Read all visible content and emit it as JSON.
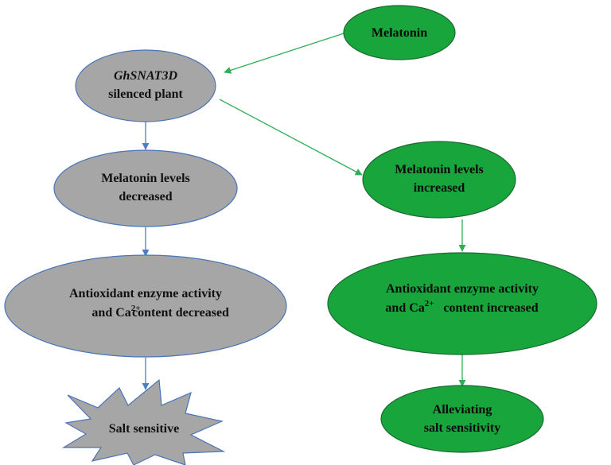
{
  "colors": {
    "gray_fill": "#a6a6a6",
    "gray_stroke": "#4a74b8",
    "green_fill": "#18a53c",
    "green_stroke": "#1a6a32",
    "blue_arrow": "#4e7ec4",
    "green_arrow": "#2fae57"
  },
  "nodes": {
    "melatonin": {
      "label": "Melatonin"
    },
    "silenced_plant": {
      "line1": "GhSNAT3D",
      "line2": "silenced plant"
    },
    "levels_decreased": {
      "line1": "Melatonin levels",
      "line2": "decreased"
    },
    "levels_increased": {
      "line1": "Melatonin levels",
      "line2": "increased"
    },
    "antioxidant_decreased": {
      "line1": "Antioxidant enzyme activity",
      "line2_prefix": "and Ca",
      "superscript": "2+",
      "line2_suffix": "content decreased"
    },
    "antioxidant_increased": {
      "line1": "Antioxidant enzyme activity",
      "line2_prefix": "and Ca",
      "superscript": "2+",
      "line2_suffix": "content increased"
    },
    "salt_sensitive": {
      "label": "Salt sensitive"
    },
    "alleviating": {
      "line1": "Alleviating",
      "line2": "salt sensitivity"
    }
  }
}
